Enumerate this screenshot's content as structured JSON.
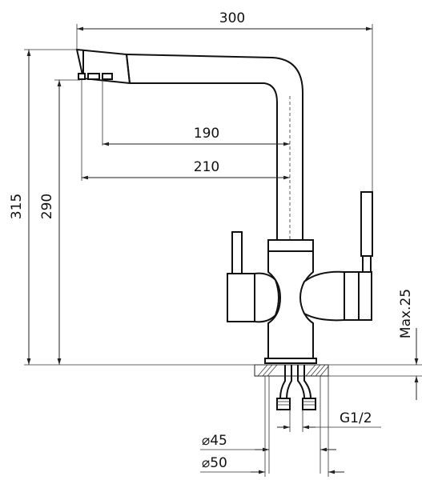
{
  "dimensions": {
    "overall_width": "300",
    "overall_height": "315",
    "spout_height": "290",
    "reach_inner": "190",
    "reach_outer": "210",
    "max_thickness": "Max.25",
    "thread": "G1/2",
    "hole_diameter": "⌀45",
    "base_diameter": "⌀50"
  }
}
